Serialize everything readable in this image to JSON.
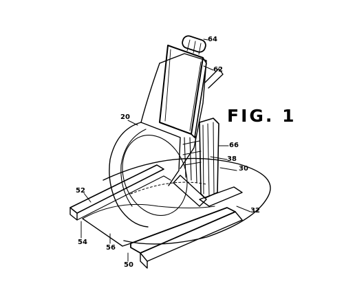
{
  "figure": {
    "title": "FIG. 1"
  },
  "labels": {
    "l64": "64",
    "l62": "62",
    "l20": "20",
    "l66": "66",
    "l38": "38",
    "l30": "30",
    "l52": "52",
    "l32": "32",
    "l54": "54",
    "l56": "56",
    "l50": "50"
  },
  "colors": {
    "ink": "#000000",
    "paper": "#ffffff"
  }
}
